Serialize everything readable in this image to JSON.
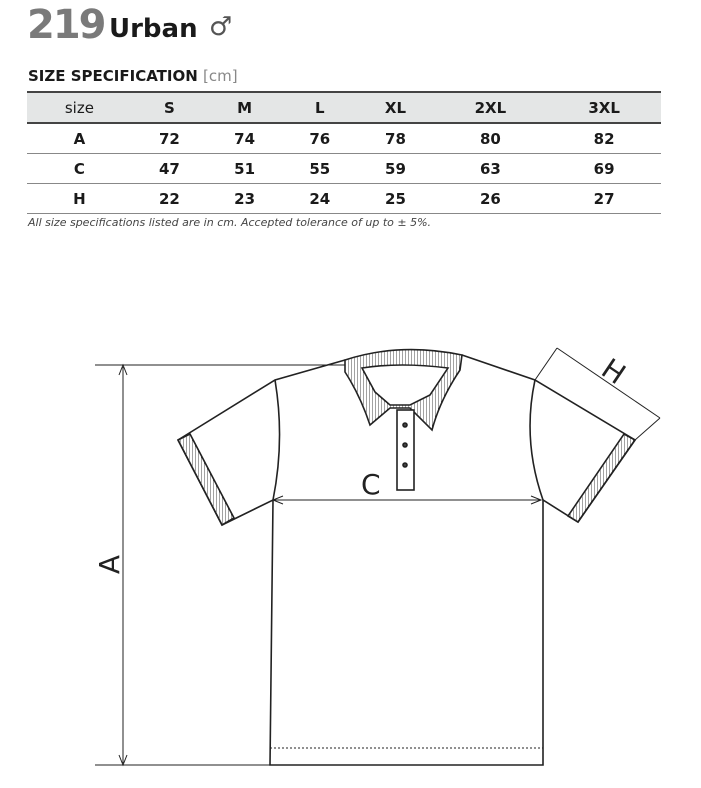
{
  "product": {
    "number": "219",
    "name": "Urban",
    "gender_symbol": "♂"
  },
  "spec_title": "SIZE SPECIFICATION",
  "spec_unit": "[cm]",
  "table": {
    "headers": [
      "size",
      "S",
      "M",
      "L",
      "XL",
      "2XL",
      "3XL"
    ],
    "rows": [
      [
        "A",
        "72",
        "74",
        "76",
        "78",
        "80",
        "82"
      ],
      [
        "C",
        "47",
        "51",
        "55",
        "59",
        "63",
        "69"
      ],
      [
        "H",
        "22",
        "23",
        "24",
        "25",
        "26",
        "27"
      ]
    ]
  },
  "note": "All size specifications listed are in cm. Accepted tolerance of up to ± 5%.",
  "diagram": {
    "label_a": "A",
    "label_c": "C",
    "label_h": "H"
  }
}
